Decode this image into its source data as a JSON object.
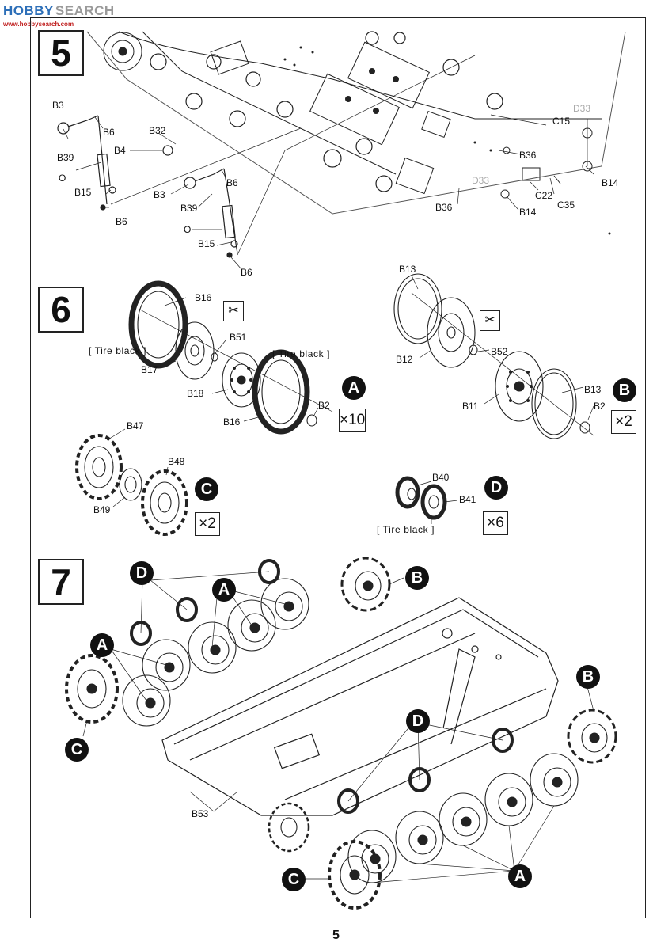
{
  "watermark": {
    "main": "HOBBY",
    "search": "SEARCH",
    "sub": "www.hobbysearch.com"
  },
  "page_number": "5",
  "step5": {
    "number": "5",
    "labels": [
      "B3",
      "B6",
      "B32",
      "B39",
      "B4",
      "O",
      "B15",
      "B6",
      "B3",
      "B6",
      "B39",
      "O",
      "B15",
      "B6",
      "C15",
      "D33",
      "B36",
      "B14",
      "D33",
      "C22",
      "C35",
      "B14",
      "B36"
    ]
  },
  "step6": {
    "number": "6",
    "left_labels": [
      "B16",
      "B51",
      "B17",
      "B18",
      "B16",
      "B2"
    ],
    "tire_note_1": "[ Tire black ]",
    "tire_note_2": "[ Tire black ]",
    "mark_a": "A",
    "count_a": "×10",
    "right_labels": [
      "B13",
      "B52",
      "B12",
      "B13",
      "B11",
      "B2"
    ],
    "mark_b": "B",
    "count_b": "×2",
    "sprocket_labels": [
      "B47",
      "B48",
      "B49"
    ],
    "mark_c": "C",
    "count_c": "×2",
    "roller_labels": [
      "B40",
      "B41"
    ],
    "tire_note_3": "[ Tire black ]",
    "mark_d": "D",
    "count_d": "×6"
  },
  "step7": {
    "number": "7",
    "callouts": [
      "D",
      "A",
      "B",
      "A",
      "B",
      "C",
      "D",
      "C",
      "A"
    ],
    "labels": [
      "B53"
    ]
  },
  "icons": {
    "cut": "scissors-cut-icon"
  }
}
